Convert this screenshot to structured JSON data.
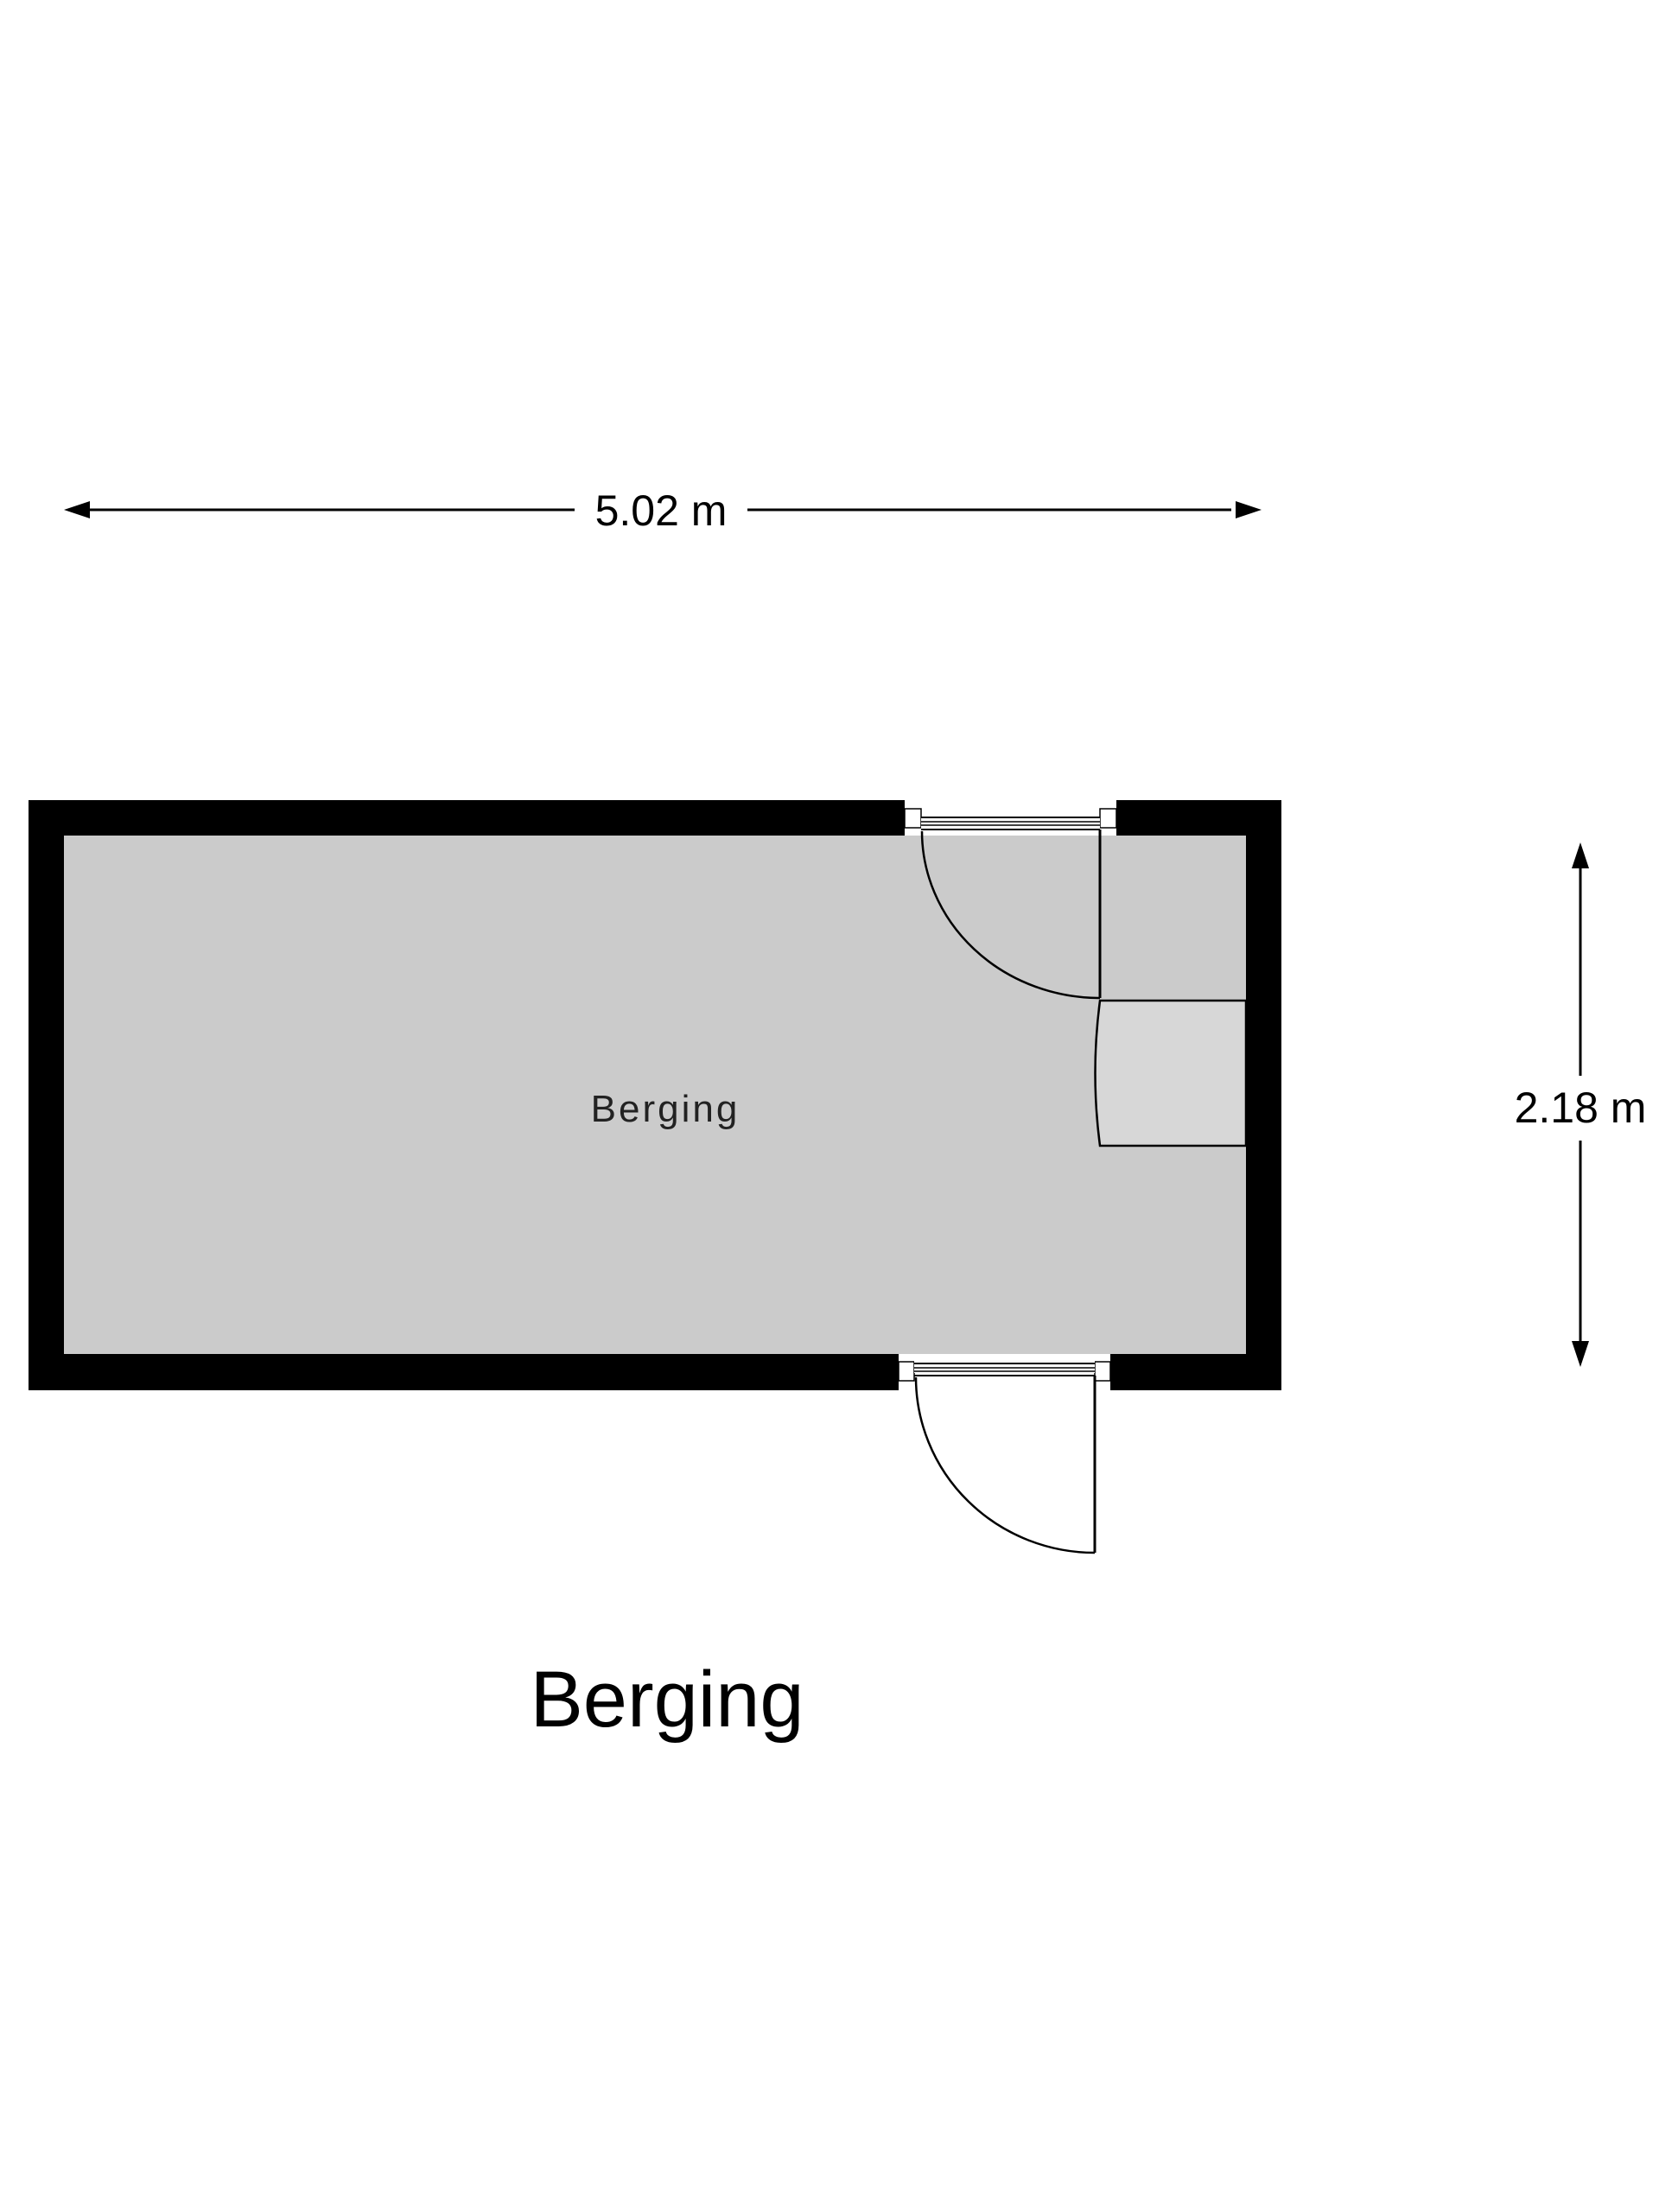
{
  "floorplan": {
    "title": "Berging",
    "room_label": "Berging",
    "dimension_width": "5.02 m",
    "dimension_height": "2.18 m",
    "colors": {
      "wall": "#000000",
      "floor": "#cbcbcb",
      "cabinet": "#d7d7d7"
    }
  }
}
